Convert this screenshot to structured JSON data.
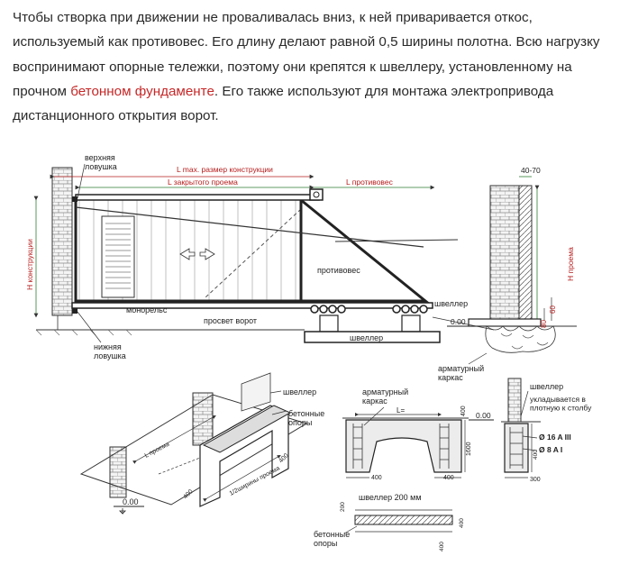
{
  "article": {
    "text_before": "Чтобы створка при движении не проваливалась вниз, к ней приваривается откос, используемый как противовес. Его длину делают равной 0,5 ширины полотна. Всю нагрузку воспринимают опорные тележки, поэтому они крепятся к швеллеру, установленному на прочном ",
    "link_text": "бетонном фундаменте",
    "text_after": ". Его также используют для монтажа электропривода дистанционного открытия ворот."
  },
  "diagram": {
    "top_left": {
      "upper_catcher": "верхняя\nловушка",
      "lower_catcher": "нижняя\nловушка",
      "l_max": "L max. размер конструкции",
      "l_closed": "L закрытого проема",
      "l_counter": "L противовес",
      "h_construction": "H конструкции",
      "counterweight": "противовес",
      "monorail": "монорельс",
      "gate_clearance": "просвет ворот",
      "channel_under": "швеллер"
    },
    "top_right": {
      "dim_40_70": "40-70",
      "h_opening": "H проема",
      "dim_60": "60",
      "dim_80": "80",
      "channel": "швеллер",
      "zero": "0.00",
      "rebar_cage": "арматурный\nкаркас"
    },
    "bottom_left": {
      "channel": "швеллер",
      "concrete_supports": "бетонные\nопоры",
      "l_opening": "L проема",
      "half_width": "1/2ширины проема",
      "dim_400a": "400",
      "dim_400b": "400",
      "zero": "0.00"
    },
    "bottom_mid": {
      "rebar_cage": "арматурный\nкаркас",
      "l_eq": "L=",
      "zero": "0.00",
      "dim_400": "400",
      "dim_1600": "1600",
      "dim_400_left": "400",
      "dim_400_right": "400",
      "channel_200": "швеллер 200 мм",
      "dim_200": "200",
      "dim_400_small": "400",
      "dim_400_bottom": "400",
      "concrete_supports": "бетонные\nопоры"
    },
    "bottom_right": {
      "channel": "швеллер",
      "laid_flush": "укладывается в\nплотную к столбу",
      "rebar_16": "Ø 16 A III",
      "rebar_8": "Ø 8 A I",
      "dim_400": "400",
      "dim_300": "300"
    }
  }
}
